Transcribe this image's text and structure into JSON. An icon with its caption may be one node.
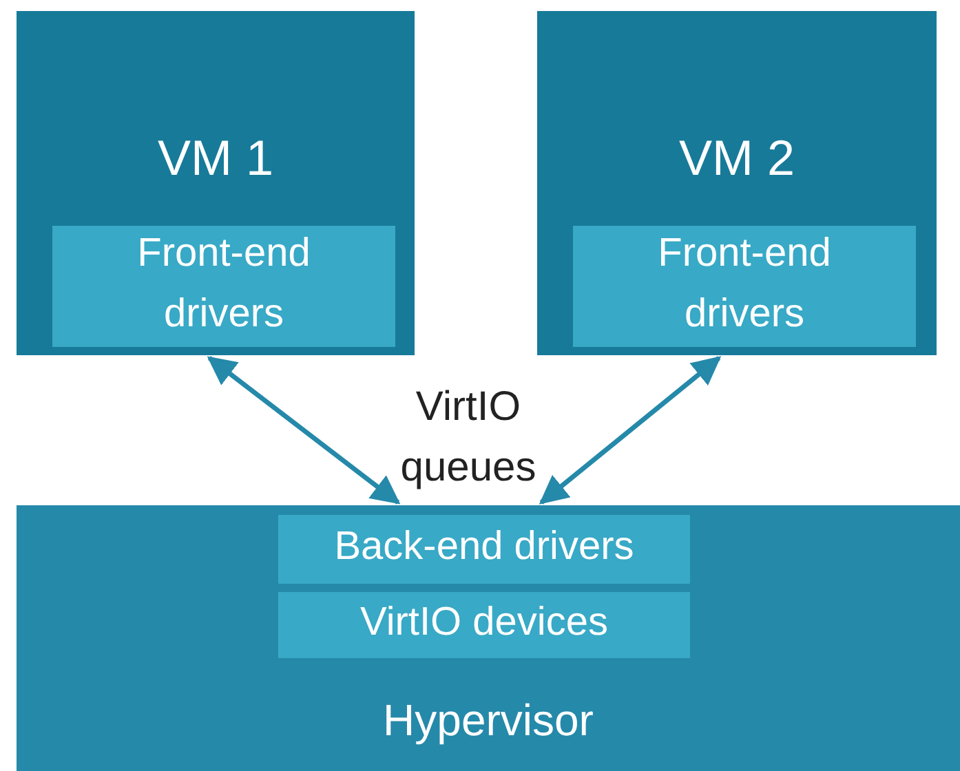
{
  "diagram": {
    "nodes": [
      {
        "text": [
          "VM 1"
        ]
      },
      {
        "text": [
          "Front-end drivers"
        ],
        "in": 0
      },
      {
        "text": [
          "VM 2"
        ]
      },
      {
        "text": [
          "Front-end drivers"
        ],
        "in": 2
      },
      {
        "text": [
          "Hypervisor"
        ]
      },
      {
        "text": [
          "Back-end drivers"
        ],
        "in": 4
      },
      {
        "text": [
          "VirtIO devices"
        ],
        "in": 4
      }
    ],
    "edges": [
      {
        "from": 0,
        "to": 4,
        "arrow": "both"
      },
      {
        "from": 2,
        "to": 4,
        "arrow": "both"
      }
    ],
    "labels": [
      "VirtIO queues"
    ]
  }
}
